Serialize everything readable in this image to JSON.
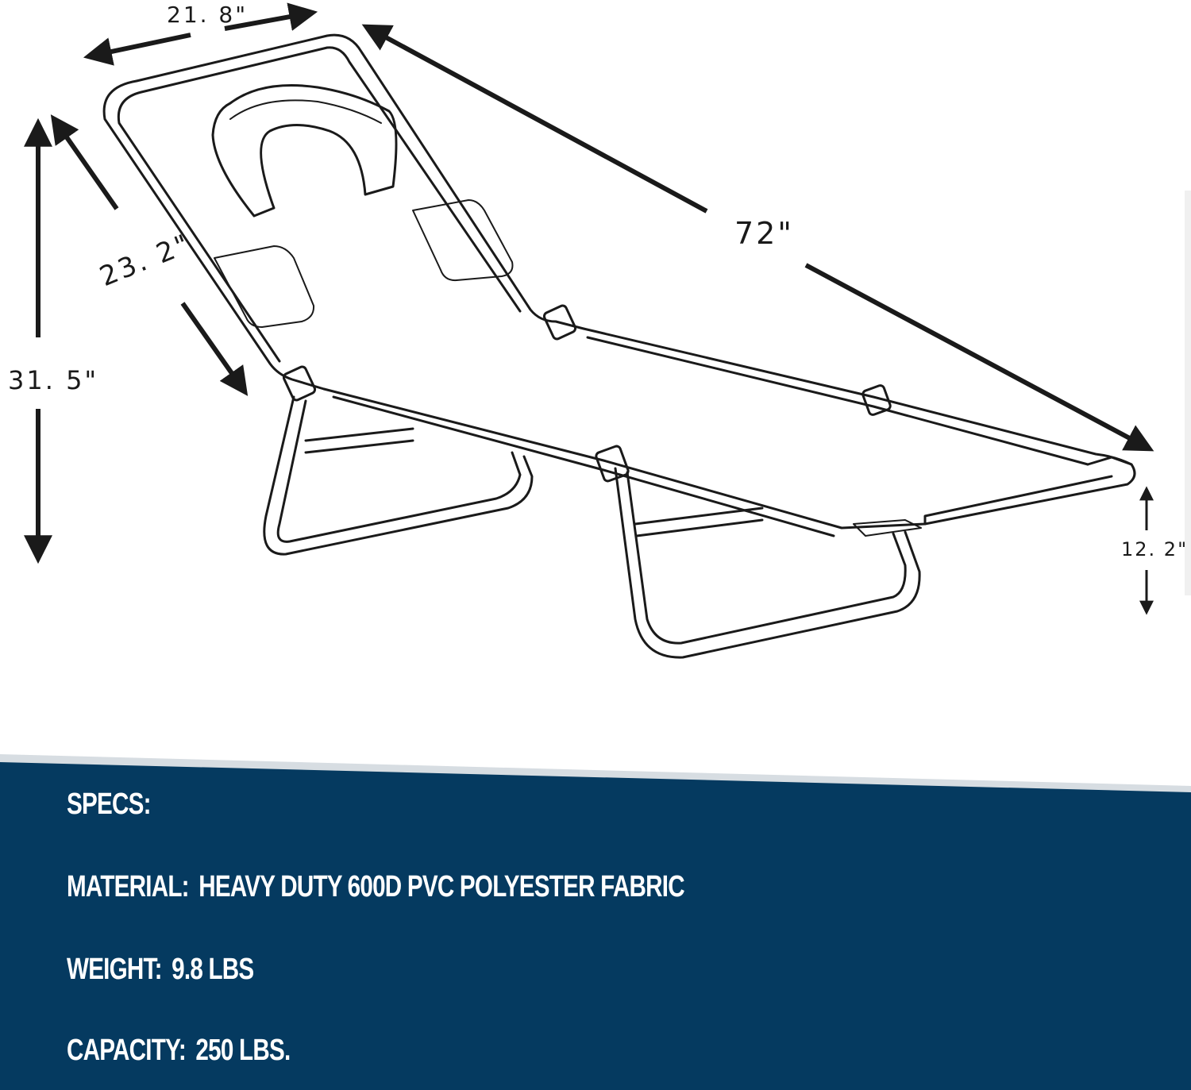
{
  "dimensions": {
    "width": "21. 8\"",
    "length": "72\"",
    "backrest": "23. 2\"",
    "height": "31. 5\"",
    "seat_height": "12. 2\""
  },
  "specs": {
    "heading": "SPECS:",
    "material_label": "MATERIAL:",
    "material_value": "HEAVY DUTY 600D PVC POLYESTER FABRIC",
    "weight_label": "WEIGHT:",
    "weight_value": "9.8 LBS",
    "capacity_label": "CAPACITY:",
    "capacity_value": "250 LBS."
  },
  "colors": {
    "panel": "#053a60",
    "panel_stripe": "#d7dde2",
    "text_light": "#ffffff",
    "line": "#1a1a1a"
  }
}
